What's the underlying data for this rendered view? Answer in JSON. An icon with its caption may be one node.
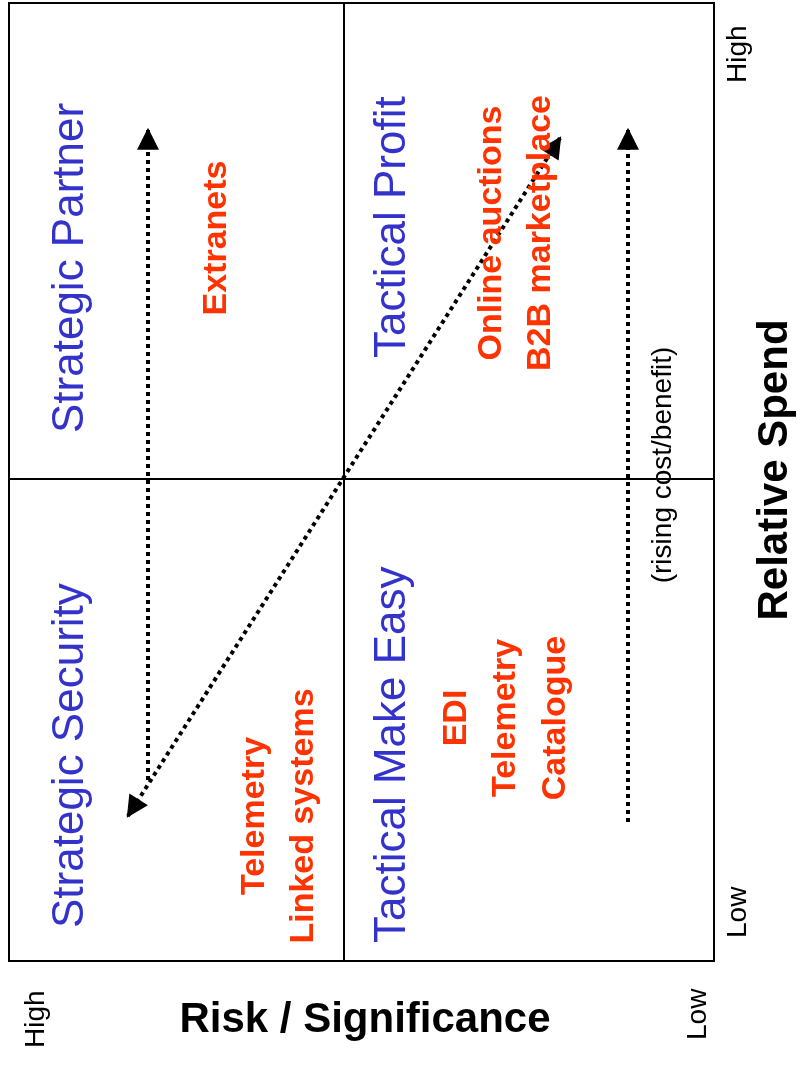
{
  "diagram": {
    "nodes": [
      {
        "text": [
          "Strategic Security",
          "Telemetry Linked systems"
        ]
      },
      {
        "text": [
          "Strategic Partner",
          "Extranets"
        ]
      },
      {
        "text": [
          "Tactical Make Easy",
          "EDI Telemetry Catalogue"
        ]
      },
      {
        "text": [
          "Tactical Profit",
          "Online auctions B2B marketplace"
        ]
      }
    ],
    "edges": [
      {
        "from": 0,
        "to": 1,
        "arrow": "to",
        "style": "dashed"
      },
      {
        "from": 0,
        "to": 3,
        "arrow": "both",
        "style": "dashed"
      },
      {
        "from": 2,
        "to": 3,
        "arrow": "to",
        "style": "dashed"
      }
    ],
    "labels": [
      "High",
      "Low",
      "(rising cost/benefit)",
      "Relative Spend",
      "High",
      "Risk / Significance",
      "Low"
    ]
  }
}
